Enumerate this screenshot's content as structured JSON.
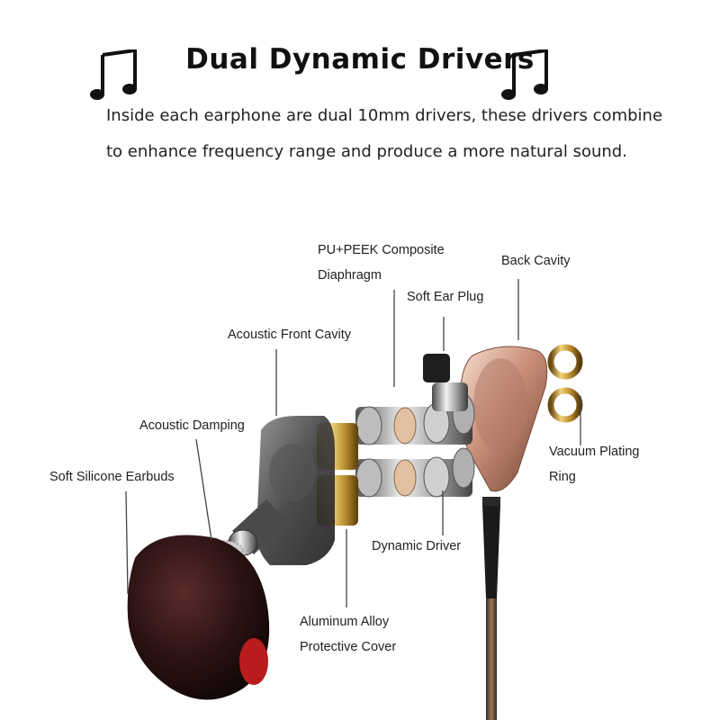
{
  "header": {
    "title": "Dual Dynamic Drivers",
    "description_line1": "Inside each earphone are dual 10mm drivers, these drivers combine",
    "description_line2": "to enhance frequency range and produce a more natural sound.",
    "left_icon": "music-note-icon",
    "right_icon": "music-note-icon"
  },
  "labels": {
    "composite_line1": "PU+PEEK Composite",
    "composite_line2": "Diaphragm",
    "back_cavity": "Back Cavity",
    "soft_ear_plug": "Soft Ear Plug",
    "acoustic_front_cavity": "Acoustic Front Cavity",
    "acoustic_damping": "Acoustic Damping",
    "soft_silicone_earbuds": "Soft Silicone Earbuds",
    "vacuum_plating_line1": "Vacuum Plating",
    "vacuum_plating_line2": "Ring",
    "dynamic_driver": "Dynamic Driver",
    "aluminum_line1": "Aluminum Alloy",
    "aluminum_line2": "Protective Cover"
  },
  "colors": {
    "leader_line": "#444444",
    "earbud_dark": "#2a1212",
    "earbud_red": "#b81c1c",
    "gold": "#c9a03a",
    "rose_gold": "#d9aa95",
    "chrome": "#a8a8a8"
  }
}
